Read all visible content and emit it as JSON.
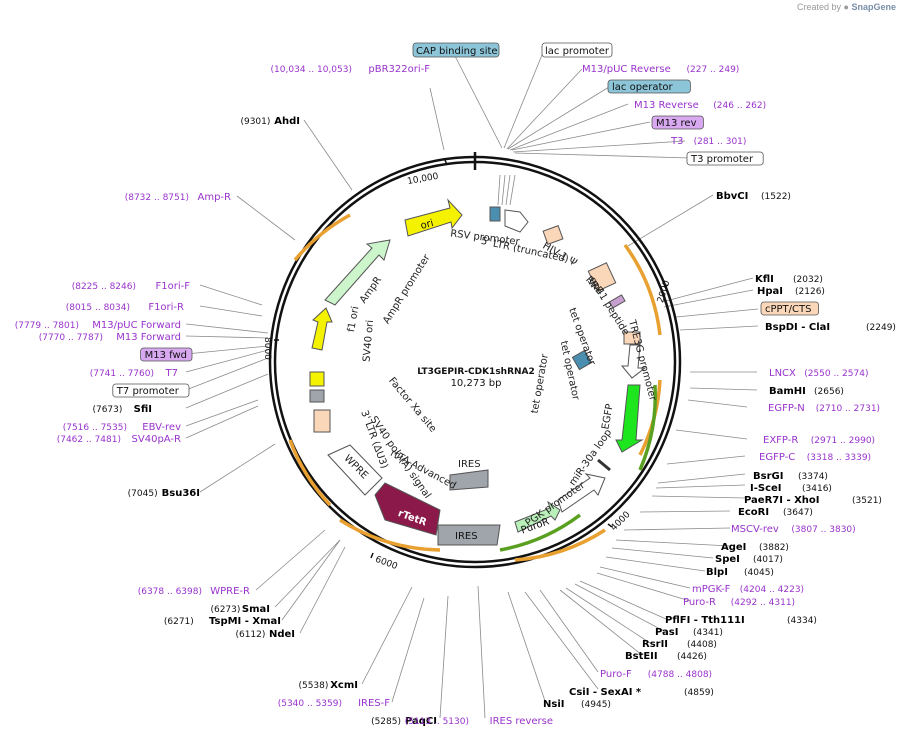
{
  "credit": {
    "prefix": "Created by",
    "brand": "SnapGene"
  },
  "plasmid": {
    "name": "LT3GEPIR-CDK1shRNA2",
    "length": "10,273 bp"
  },
  "ring_ticks": [
    "10,000",
    "2000",
    "4000",
    "6000",
    "8000"
  ],
  "colors": {
    "ring": "#111111",
    "enzyme_text": "#000000",
    "feature_label": "#9933cc",
    "ori": "#f5f200",
    "ampr": "#ccf5cc",
    "ltr": "#fbd7b9",
    "ires": "#a0a5ab",
    "rtetr": "#8b1a4a",
    "puror": "#b9f0b9",
    "egfp": "#1ee61e",
    "orange_arc": "#e8a030",
    "green_arc": "#5aa020",
    "cap_box": "#8cc4d8",
    "lac_op_box": "#8cc4d8",
    "m13_box": "#d8a8f0"
  },
  "top_boxes": [
    {
      "label": "CAP binding site",
      "style": "cap"
    },
    {
      "label": "lac promoter",
      "style": "plain"
    }
  ],
  "left_labels": [
    {
      "name": "pBR322ori-F",
      "range": "(10,034 .. 10,053)",
      "kind": "feature"
    },
    {
      "name": "AhdI",
      "range": "(9301)",
      "kind": "enzyme"
    },
    {
      "name": "Amp-R",
      "range": "(8732 .. 8751)",
      "kind": "feature"
    },
    {
      "name": "F1ori-F",
      "range": "(8225 .. 8246)",
      "kind": "feature"
    },
    {
      "name": "F1ori-R",
      "range": "(8015 .. 8034)",
      "kind": "feature"
    },
    {
      "name": "M13/pUC Forward",
      "range": "(7779 .. 7801)",
      "kind": "feature"
    },
    {
      "name": "M13 Forward",
      "range": "(7770 .. 7787)",
      "kind": "feature"
    },
    {
      "name": "M13 fwd",
      "range": "",
      "kind": "box-m13"
    },
    {
      "name": "T7",
      "range": "(7741 .. 7760)",
      "kind": "feature"
    },
    {
      "name": "T7 promoter",
      "range": "",
      "kind": "box-plain"
    },
    {
      "name": "SfiI",
      "range": "(7673)",
      "kind": "enzyme"
    },
    {
      "name": "EBV-rev",
      "range": "(7516 .. 7535)",
      "kind": "feature"
    },
    {
      "name": "SV40pA-R",
      "range": "(7462 .. 7481)",
      "kind": "feature"
    },
    {
      "name": "Bsu36I",
      "range": "(7045)",
      "kind": "enzyme"
    },
    {
      "name": "WPRE-R",
      "range": "(6378 .. 6398)",
      "kind": "feature"
    },
    {
      "name": "SmaI",
      "range": "(6273)",
      "kind": "enzyme"
    },
    {
      "name": "TspMI  - XmaI",
      "range": "(6271)",
      "kind": "enzyme"
    },
    {
      "name": "NdeI",
      "range": "(6112)",
      "kind": "enzyme"
    },
    {
      "name": "XcmI",
      "range": "(5538)",
      "kind": "enzyme"
    },
    {
      "name": "IRES-F",
      "range": "(5340 .. 5359)",
      "kind": "feature"
    },
    {
      "name": "PaqCI",
      "range": "(5285)",
      "kind": "enzyme"
    },
    {
      "name": "IRES reverse",
      "range": "(5113 .. 5130)",
      "kind": "feature"
    }
  ],
  "right_labels": [
    {
      "name": "M13/pUC Reverse",
      "range": "(227 .. 249)",
      "kind": "feature"
    },
    {
      "name": "lac operator",
      "range": "",
      "kind": "box-cap"
    },
    {
      "name": "M13 Reverse",
      "range": "(246 .. 262)",
      "kind": "feature"
    },
    {
      "name": "M13 rev",
      "range": "",
      "kind": "box-m13"
    },
    {
      "name": "T3",
      "range": "(281 .. 301)",
      "kind": "feature"
    },
    {
      "name": "T3 promoter",
      "range": "",
      "kind": "box-plain"
    },
    {
      "name": "BbvCI",
      "range": "(1522)",
      "kind": "enzyme"
    },
    {
      "name": "KflI",
      "range": "(2032)",
      "kind": "enzyme"
    },
    {
      "name": "HpaI",
      "range": "(2126)",
      "kind": "enzyme"
    },
    {
      "name": "cPPT/CTS",
      "range": "",
      "kind": "box-ltr"
    },
    {
      "name": "BspDI  - ClaI",
      "range": "(2249)",
      "kind": "enzyme"
    },
    {
      "name": "LNCX",
      "range": "(2550 .. 2574)",
      "kind": "feature"
    },
    {
      "name": "BamHI",
      "range": "(2656)",
      "kind": "enzyme"
    },
    {
      "name": "EGFP-N",
      "range": "(2710 .. 2731)",
      "kind": "feature"
    },
    {
      "name": "EXFP-R",
      "range": "(2971 .. 2990)",
      "kind": "feature"
    },
    {
      "name": "EGFP-C",
      "range": "(3318 .. 3339)",
      "kind": "feature"
    },
    {
      "name": "BsrGI",
      "range": "(3374)",
      "kind": "enzyme"
    },
    {
      "name": "I-SceI",
      "range": "(3416)",
      "kind": "enzyme"
    },
    {
      "name": "PaeR7I  - XhoI",
      "range": "(3521)",
      "kind": "enzyme"
    },
    {
      "name": "EcoRI",
      "range": "(3647)",
      "kind": "enzyme"
    },
    {
      "name": "MSCV-rev",
      "range": "(3807 .. 3830)",
      "kind": "feature"
    },
    {
      "name": "AgeI",
      "range": "(3882)",
      "kind": "enzyme"
    },
    {
      "name": "SpeI",
      "range": "(4017)",
      "kind": "enzyme"
    },
    {
      "name": "BlpI",
      "range": "(4045)",
      "kind": "enzyme"
    },
    {
      "name": "mPGK-F",
      "range": "(4204 .. 4223)",
      "kind": "feature"
    },
    {
      "name": "Puro-R",
      "range": "(4292 .. 4311)",
      "kind": "feature"
    },
    {
      "name": "PflFI  - Tth111I",
      "range": "(4334)",
      "kind": "enzyme"
    },
    {
      "name": "PasI",
      "range": "(4341)",
      "kind": "enzyme"
    },
    {
      "name": "RsrII",
      "range": "(4408)",
      "kind": "enzyme"
    },
    {
      "name": "BstEII",
      "range": "(4426)",
      "kind": "enzyme"
    },
    {
      "name": "Puro-F",
      "range": "(4788 .. 4808)",
      "kind": "feature"
    },
    {
      "name": "CsiI  - SexAI *",
      "range": "(4859)",
      "kind": "enzyme"
    },
    {
      "name": "NsiI",
      "range": "(4945)",
      "kind": "enzyme"
    }
  ],
  "inner_labels": [
    "RSV promoter",
    "5' LTR (truncated)",
    "HIV-1 Ψ",
    "RRE",
    "gp41 peptide",
    "TRE3G promoter",
    "tet operator",
    "tet operator",
    "tet operator",
    "EGFP",
    "miR-30a loop",
    "PGK promoter",
    "IRES",
    "rtTA-Advanced",
    "SV40 poly(A) signal",
    "3' LTR (ΔU3)",
    "Factor Xa site",
    "SV40 ori",
    "f1 ori",
    "AmpR promoter",
    "AmpR",
    "WPRE"
  ],
  "feature_shapes": [
    {
      "name": "ori",
      "label": "ori"
    },
    {
      "name": "rTetR",
      "label": "rTetR"
    },
    {
      "name": "IRES",
      "label": "IRES"
    },
    {
      "name": "PuroR",
      "label": "PuroR"
    }
  ]
}
